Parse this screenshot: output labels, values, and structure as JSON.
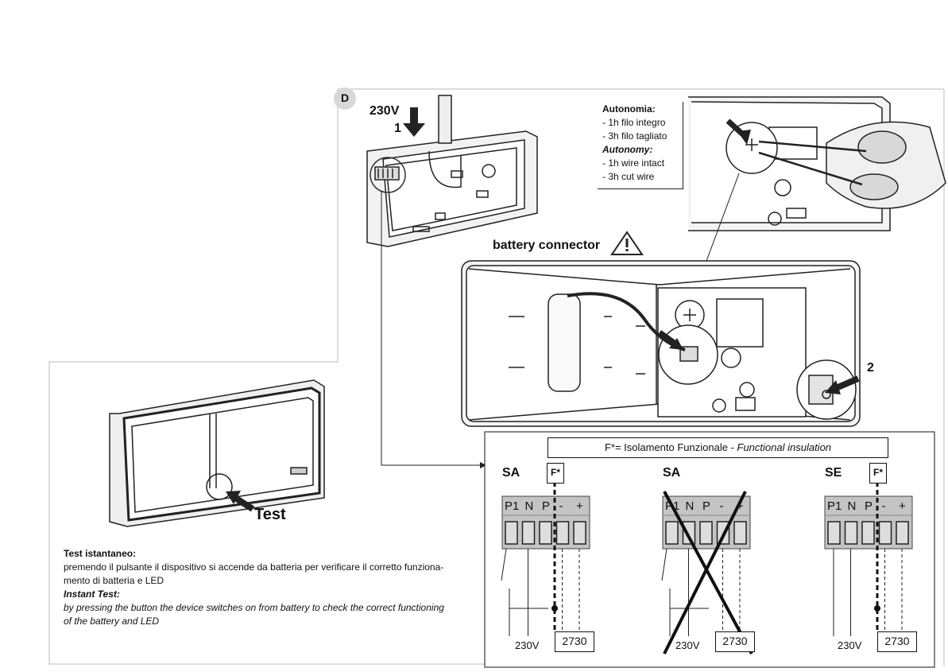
{
  "panel_letter": "D",
  "top_left": {
    "voltage_label": "230V",
    "step_1": "1",
    "step_2": "2",
    "battery_connector_label": "battery connector",
    "warning_icon": "warning-triangle-icon"
  },
  "autonomy_callout": {
    "it_title": "Autonomia:",
    "it_lines": [
      "- 1h filo integro",
      "- 3h filo tagliato"
    ],
    "en_title": "Autonomy:",
    "en_lines": [
      "- 1h wire intact",
      "- 3h cut wire"
    ]
  },
  "test_panel": {
    "test_label": "Test",
    "it_title": "Test istantaneo:",
    "it_lines": [
      "premendo il pulsante il dispositivo si accende da batteria per verificare il corretto funziona-",
      "mento di batteria e LED"
    ],
    "en_title": "Instant Test:",
    "en_lines": [
      "by pressing the button the device switches on from battery to check the correct functioning",
      "of the battery and LED"
    ]
  },
  "wiring": {
    "header_normal": "F*= Isolamento Funzionale - ",
    "header_italic": "Functional insulation",
    "terminal_labels": [
      "P1",
      "N",
      "P",
      "-",
      "+"
    ],
    "f_label": "F*",
    "voltage": "230V",
    "device_code": "2730",
    "diagrams": [
      {
        "mode": "SA",
        "has_f": true,
        "crossed": false
      },
      {
        "mode": "SA",
        "has_f": false,
        "crossed": true
      },
      {
        "mode": "SE",
        "has_f": true,
        "crossed": false
      }
    ]
  }
}
